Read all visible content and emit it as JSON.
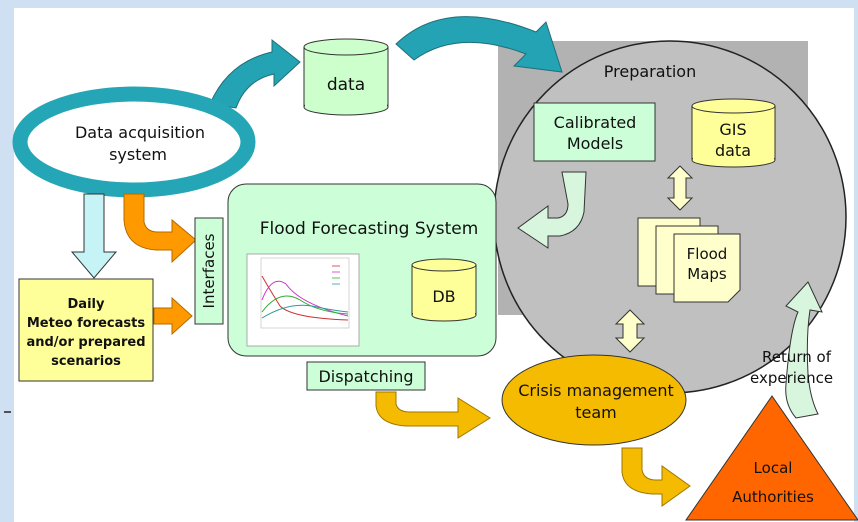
{
  "diagram": {
    "nodes": {
      "data_acquisition": {
        "line1": "Data acquisition",
        "line2": "system"
      },
      "data_store": {
        "label": "data"
      },
      "preparation": {
        "label": "Preparation"
      },
      "calibrated_models": {
        "line1": "Calibrated",
        "line2": "Models"
      },
      "gis_data": {
        "line1": "GIS",
        "line2": "data"
      },
      "flood_maps": {
        "line1": "Flood",
        "line2": "Maps"
      },
      "flood_forecasting": {
        "label": "Flood Forecasting System"
      },
      "db": {
        "label": "DB"
      },
      "interfaces": {
        "label": "Interfaces"
      },
      "daily_meteo": {
        "line1": "Daily",
        "line2": "Meteo forecasts",
        "line3": "and/or prepared",
        "line4": "scenarios"
      },
      "dispatching": {
        "label": "Dispatching"
      },
      "crisis_team": {
        "line1": "Crisis management",
        "line2": "team"
      },
      "return_experience": {
        "line1": "Return of",
        "line2": "experience"
      },
      "local_authorities": {
        "line1": "Local",
        "line2": "Authorities"
      }
    },
    "colors": {
      "frame_blue": "#cfe0f2",
      "ellipse_teal": "#24a6b6",
      "box_green": "#ccffd8",
      "cylinder_green": "#ccffcc",
      "gis_yellow": "#ffff99",
      "sheet_yellow": "#ffffcc",
      "meteo_yellow": "#ffff99",
      "prep_gray": "#b2b2b2",
      "circle_gray": "#c0c0c0",
      "crisis_orange": "#f5bb00",
      "local_orange": "#ff6600",
      "arrow_orange": "#ff9900",
      "arrow_gold": "#f5bb00",
      "arrow_light_blue": "#c6f3f5",
      "arrow_light_green": "#d8f5dd",
      "arrow_teal": "#23a3b3"
    }
  }
}
